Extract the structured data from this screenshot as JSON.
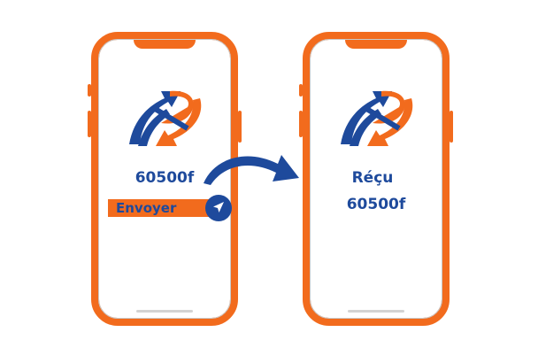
{
  "colors": {
    "accent": "#f26b1d",
    "brand": "#1e4a9c"
  },
  "left_phone": {
    "logo_icon": "exchange-arrows-logo",
    "amount": "60500f",
    "send_button_label": "Envoyer",
    "send_icon": "send-arrow-icon"
  },
  "transfer_arrow_icon": "curved-arrow-right-icon",
  "right_phone": {
    "logo_icon": "exchange-arrows-logo",
    "status": "Réçu",
    "amount": "60500f"
  }
}
